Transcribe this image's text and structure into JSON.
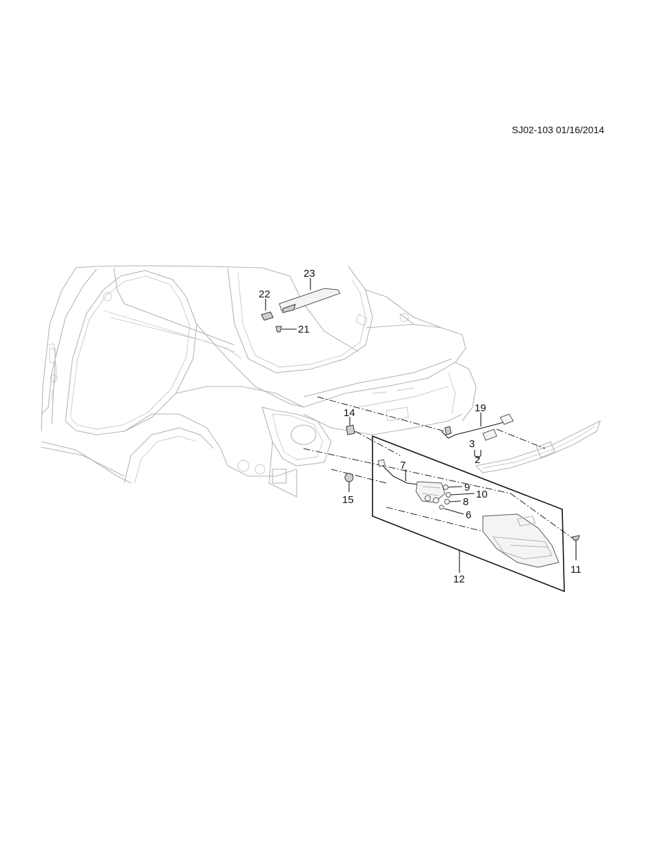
{
  "diagram": {
    "doc_id": "SJ02-103 01/16/2014",
    "callouts": {
      "c2": "2",
      "c3": "3",
      "c6": "6",
      "c7": "7",
      "c8": "8",
      "c9": "9",
      "c10": "10",
      "c11": "11",
      "c12": "12",
      "c14": "14",
      "c15": "15",
      "c19": "19",
      "c21": "21",
      "c22": "22",
      "c23": "23"
    }
  }
}
